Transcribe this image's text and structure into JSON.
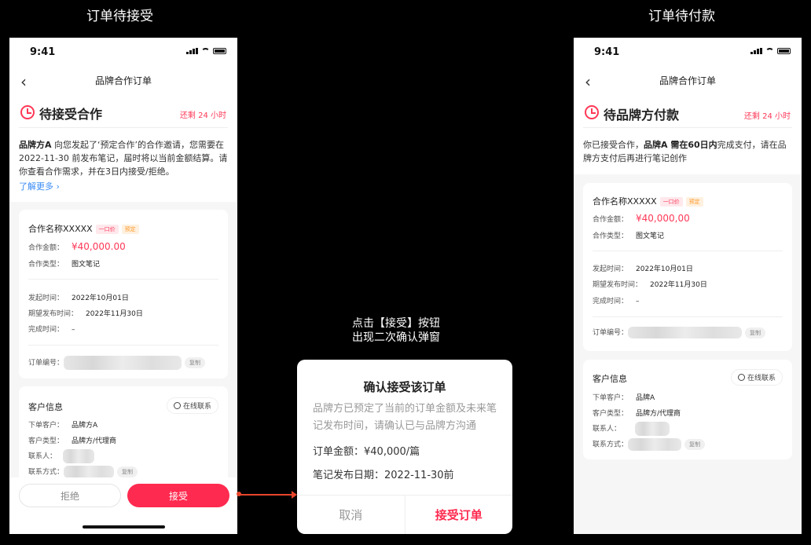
{
  "captions": {
    "left": "订单待接受",
    "right": "订单待付款",
    "middle_line1": "点击【接受】按钮",
    "middle_line2": "出现二次确认弹窗"
  },
  "status_time": "9:41",
  "nav_title": "品牌合作订单",
  "left": {
    "status_title": "待接受合作",
    "remain": "还剩 24 小时",
    "desc_brand": "品牌方A",
    "desc_rest": " 向您发起了‘预定合作’的合作邀请，您需要在2022-11-30 前发布笔记，届时将以当前金额结算。请你查看合作需求，并在3日内接受/拒绝。",
    "learn_more": "了解更多 ›",
    "name": "合作名称XXXXX",
    "tag1": "一口价",
    "tag2": "预定",
    "amount_label": "合作金额：",
    "amount": "¥40,000.00",
    "type_label": "合作类型：",
    "type": "图文笔记",
    "start_label": "发起时间：",
    "start": "2022年10月01日",
    "expect_label": "期望发布时间：",
    "expect": "2022年11月30日",
    "done_label": "完成时间：",
    "done": "–",
    "order_label": "订单编号：",
    "copy": "复制",
    "cust_title": "客户信息",
    "contact_btn": "在线联系",
    "client_label": "下单客户：",
    "client": "品牌方A",
    "ctype_label": "客户类型：",
    "ctype": "品牌方/代理商",
    "person_label": "联系人：",
    "way_label": "联系方式：",
    "reject": "拒绝",
    "accept": "接受"
  },
  "right": {
    "status_title": "待品牌方付款",
    "remain": "还剩 24 小时",
    "desc_a": "你已接受合作，",
    "desc_b": "品牌A 需在60日内",
    "desc_c": "完成支付，请在品牌方支付后再进行笔记创作",
    "name": "合作名称XXXXX",
    "tag1": "一口价",
    "tag2": "预定",
    "amount_label": "合作金额：",
    "amount": "¥40,000,00",
    "type_label": "合作类型：",
    "type": "图文笔记",
    "start_label": "发起时间：",
    "start": "2022年10月01日",
    "expect_label": "期望发布时间：",
    "expect": "2022年11月30日",
    "done_label": "完成时间：",
    "done": "–",
    "order_label": "订单编号：",
    "copy": "复制",
    "cust_title": "客户信息",
    "contact_btn": "在线联系",
    "client_label": "下单客户：",
    "client": "品牌A",
    "ctype_label": "客户类型：",
    "ctype": "品牌方/代理商",
    "person_label": "联系人：",
    "way_label": "联系方式："
  },
  "dialog": {
    "title": "确认接受该订单",
    "message": "品牌方已预定了当前的订单金额及未来笔记发布时间，请确认已与品牌方沟通",
    "amount": "订单金额：¥40,000/篇",
    "date": "笔记发布日期：2022-11-30前",
    "cancel": "取消",
    "confirm": "接受订单"
  },
  "colors": {
    "accent": "#ff2a4f",
    "link": "#3a8cf5",
    "background": "#000000"
  }
}
